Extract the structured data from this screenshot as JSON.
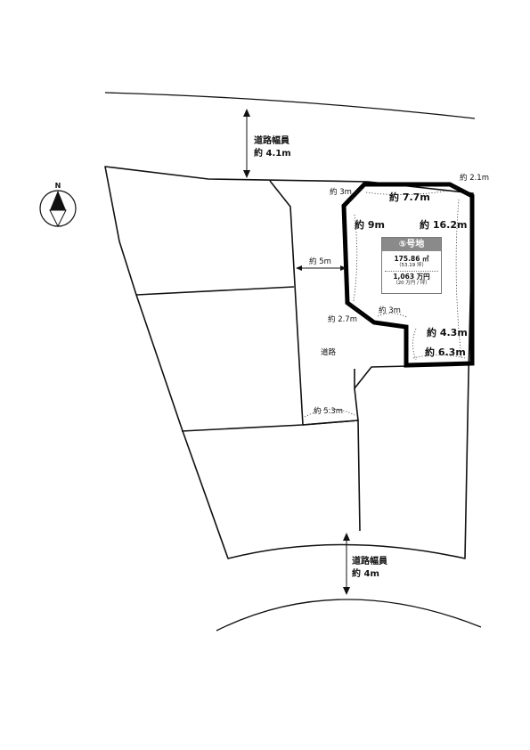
{
  "compass": {
    "label": "N",
    "icon": "north-arrow-icon"
  },
  "roads": {
    "top_width_label": "道路幅員",
    "top_width_value": "約 4.1m",
    "bottom_width_label": "道路幅員",
    "bottom_width_value": "約 4m",
    "inner_road_label": "道路"
  },
  "dimensions": {
    "d_3m_top": "約 3m",
    "d_7_7m": "約 7.7m",
    "d_2_1m": "約 2.1m",
    "d_9m": "約 9m",
    "d_16_2m": "約 16.2m",
    "d_5m": "約 5m",
    "d_2_7m": "約 2.7m",
    "d_3m_mid": "約 3m",
    "d_4_3m": "約 4.3m",
    "d_6_3m": "約 6.3m",
    "d_5_3m": "約 5.3m"
  },
  "lot": {
    "title": "⑤号地",
    "area": "175.86 ㎡",
    "area_tsubo": "（53.19 坪）",
    "price": "1,063 万円",
    "price_per_tsubo": "（20 万円 / 坪）"
  }
}
